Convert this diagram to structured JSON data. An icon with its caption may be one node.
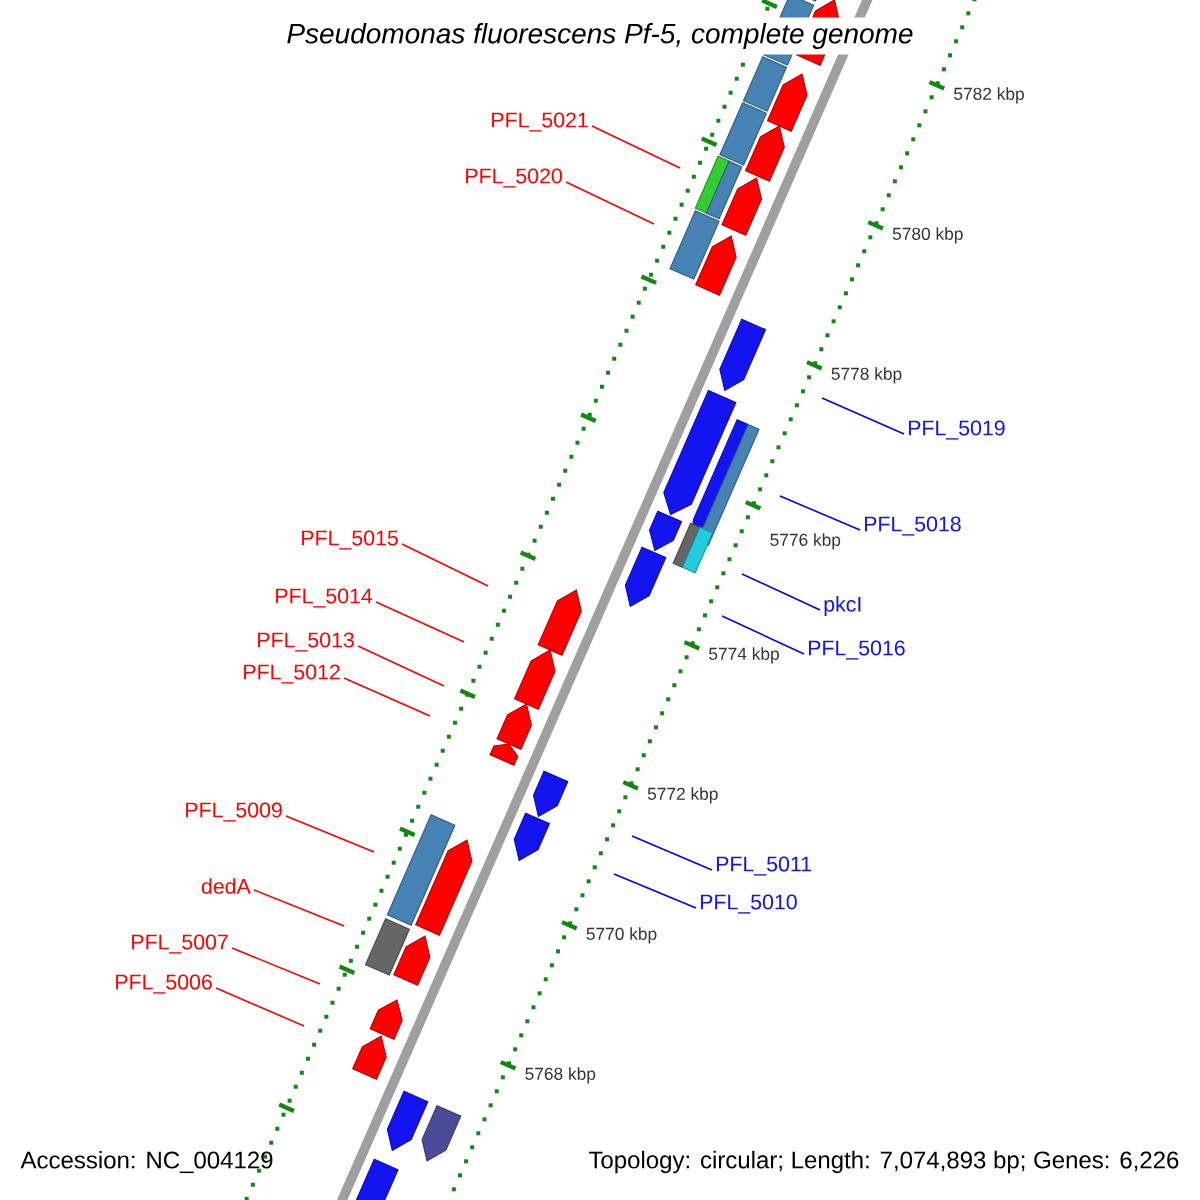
{
  "diagram": {
    "title": "Pseudomonas fluorescens Pf-5, complete genome",
    "nodes": [
      {
        "text": [
          "PFL_5021"
        ]
      },
      {
        "text": [
          "PFL_5020"
        ]
      },
      {
        "text": [
          "PFL_5019"
        ]
      },
      {
        "text": [
          "PFL_5018"
        ]
      },
      {
        "text": [
          "PFL_5015"
        ]
      },
      {
        "text": [
          "PFL_5014"
        ]
      },
      {
        "text": [
          "pkcI"
        ]
      },
      {
        "text": [
          "PFL_5013"
        ]
      },
      {
        "text": [
          "PFL_5016"
        ]
      },
      {
        "text": [
          "PFL_5012"
        ]
      },
      {
        "text": [
          "PFL_5009"
        ]
      },
      {
        "text": [
          "PFL_5011"
        ]
      },
      {
        "text": [
          "dedA"
        ]
      },
      {
        "text": [
          "PFL_5010"
        ]
      },
      {
        "text": [
          "PFL_5007"
        ]
      },
      {
        "text": [
          "PFL_5006"
        ]
      }
    ],
    "edges": [
      {
        "from": 0,
        "to": null,
        "arrow": "none"
      },
      {
        "from": 1,
        "to": null,
        "arrow": "none"
      },
      {
        "from": 2,
        "to": null,
        "arrow": "none",
        "color": "#0000ff"
      },
      {
        "from": 3,
        "to": null,
        "arrow": "none",
        "color": "#0000ff"
      },
      {
        "from": 4,
        "to": null,
        "arrow": "none"
      },
      {
        "from": 5,
        "to": null,
        "arrow": "none"
      },
      {
        "from": 6,
        "to": null,
        "arrow": "none",
        "color": "#0000ff"
      },
      {
        "from": 7,
        "to": null,
        "arrow": "none"
      },
      {
        "from": 8,
        "to": null,
        "arrow": "none",
        "color": "#0000ff"
      },
      {
        "from": 9,
        "to": null,
        "arrow": "none"
      },
      {
        "from": 10,
        "to": null,
        "arrow": "none"
      },
      {
        "from": 11,
        "to": null,
        "arrow": "none",
        "color": "#0000ff"
      },
      {
        "from": 12,
        "to": null,
        "arrow": "none"
      },
      {
        "from": 13,
        "to": null,
        "arrow": "none",
        "color": "#0000ff"
      },
      {
        "from": 14,
        "to": null,
        "arrow": "none"
      },
      {
        "from": 15,
        "to": null,
        "arrow": "none"
      }
    ],
    "labels": [
      "5782 kbp",
      "5780 kbp",
      "5778 kbp",
      "5776 kbp",
      "5774 kbp",
      "5772 kbp",
      "5770 kbp",
      "5768 kbp",
      "Accession: NC_004129",
      "Topology: circular; Length: 7,074,893 bp; Genes: 6,226"
    ]
  }
}
